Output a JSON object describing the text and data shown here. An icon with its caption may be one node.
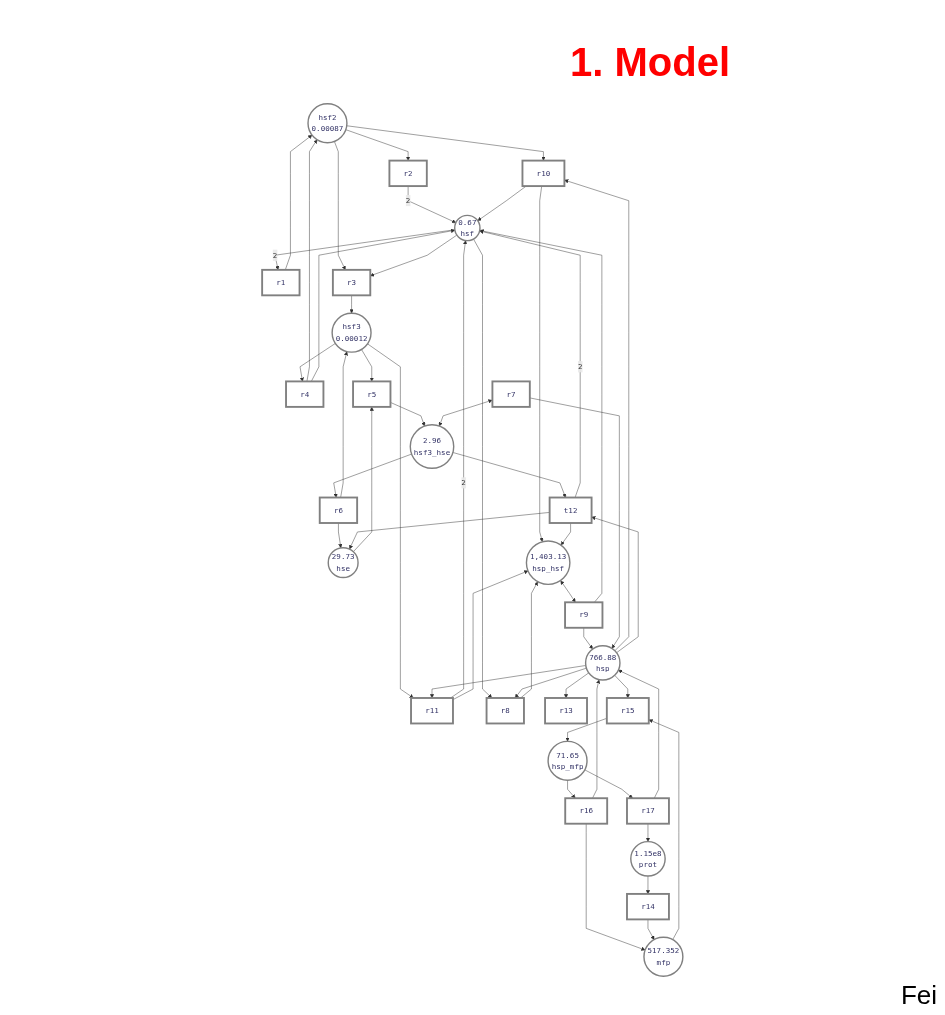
{
  "diagram": {
    "title": "1. Model",
    "nodes": [
      {
        "text": [
          "hsf2",
          "0.00087"
        ]
      },
      {
        "text": [
          "r10"
        ]
      },
      {
        "text": [
          "r1"
        ]
      },
      {
        "text": [
          "r2"
        ]
      },
      {
        "text": [
          "r3"
        ]
      },
      {
        "text": [
          "r4"
        ]
      },
      {
        "text": [
          "29.73",
          "hse"
        ]
      },
      {
        "text": [
          "hsf3",
          "0.00012"
        ]
      },
      {
        "text": [
          "0.67",
          "hsf"
        ]
      },
      {
        "text": [
          "r9"
        ]
      },
      {
        "text": [
          "r5"
        ]
      },
      {
        "text": [
          "r6"
        ]
      },
      {
        "text": [
          "r11"
        ]
      },
      {
        "text": [
          "r8"
        ]
      },
      {
        "text": [
          "r7"
        ]
      },
      {
        "text": [
          "2.96",
          "hsf3_hse"
        ]
      },
      {
        "text": [
          "r13"
        ]
      },
      {
        "text": [
          "766.88",
          "hsp"
        ]
      },
      {
        "text": [
          "1,403.13",
          "hsp_hsf"
        ]
      },
      {
        "text": [
          "t12"
        ]
      },
      {
        "text": [
          "517.352",
          "mfp"
        ]
      },
      {
        "text": [
          "r17"
        ]
      },
      {
        "text": [
          "r15"
        ]
      },
      {
        "text": [
          "r16"
        ]
      },
      {
        "text": [
          "71.65",
          "hsp_mfp"
        ]
      },
      {
        "text": [
          "1.15e8",
          "prot"
        ]
      },
      {
        "text": [
          "r14"
        ]
      }
    ],
    "edges": [
      {
        "from": 0,
        "to": 1,
        "arrow": "to"
      },
      {
        "from": 2,
        "to": 0,
        "arrow": "to"
      },
      {
        "from": 0,
        "to": 3,
        "arrow": "to"
      },
      {
        "from": 0,
        "to": 4,
        "arrow": "to"
      },
      {
        "from": 5,
        "to": 0,
        "arrow": "to"
      },
      {
        "from": 8,
        "to": 2,
        "arrow": "to",
        "label": "2"
      },
      {
        "from": 3,
        "to": 8,
        "arrow": "to",
        "label": "2"
      },
      {
        "from": 8,
        "to": 4,
        "arrow": "to"
      },
      {
        "from": 5,
        "to": 8,
        "arrow": "to"
      },
      {
        "from": 1,
        "to": 8,
        "arrow": "to"
      },
      {
        "from": 17,
        "to": 1,
        "arrow": "to"
      },
      {
        "from": 1,
        "to": 18,
        "arrow": "to"
      },
      {
        "from": 4,
        "to": 7,
        "arrow": "to"
      },
      {
        "from": 7,
        "to": 5,
        "arrow": "to"
      },
      {
        "from": 7,
        "to": 10,
        "arrow": "to"
      },
      {
        "from": 6,
        "to": 10,
        "arrow": "to"
      },
      {
        "from": 11,
        "to": 7,
        "arrow": "to"
      },
      {
        "from": 11,
        "to": 6,
        "arrow": "to"
      },
      {
        "from": 10,
        "to": 15,
        "arrow": "to"
      },
      {
        "from": 15,
        "to": 11,
        "arrow": "to"
      },
      {
        "from": 19,
        "to": 6,
        "arrow": "to"
      },
      {
        "from": 15,
        "to": 19,
        "arrow": "to"
      },
      {
        "from": 19,
        "to": 8,
        "arrow": "to",
        "label": "2"
      },
      {
        "from": 17,
        "to": 19,
        "arrow": "to"
      },
      {
        "from": 19,
        "to": 18,
        "arrow": "to"
      },
      {
        "from": 7,
        "to": 12,
        "arrow": "to"
      },
      {
        "from": 12,
        "to": 8,
        "arrow": "to",
        "label": "2"
      },
      {
        "from": 17,
        "to": 12,
        "arrow": "to"
      },
      {
        "from": 12,
        "to": 18,
        "arrow": "to"
      },
      {
        "from": 9,
        "to": 8,
        "arrow": "to"
      },
      {
        "from": 8,
        "to": 13,
        "arrow": "to"
      },
      {
        "from": 17,
        "to": 13,
        "arrow": "to"
      },
      {
        "from": 13,
        "to": 18,
        "arrow": "to"
      },
      {
        "from": 18,
        "to": 9,
        "arrow": "both"
      },
      {
        "from": 9,
        "to": 17,
        "arrow": "to"
      },
      {
        "from": 14,
        "to": 15,
        "arrow": "both"
      },
      {
        "from": 14,
        "to": 17,
        "arrow": "to"
      },
      {
        "from": 17,
        "to": 16,
        "arrow": "to"
      },
      {
        "from": 17,
        "to": 22,
        "arrow": "to"
      },
      {
        "from": 23,
        "to": 17,
        "arrow": "to"
      },
      {
        "from": 21,
        "to": 17,
        "arrow": "to"
      },
      {
        "from": 20,
        "to": 22,
        "arrow": "to"
      },
      {
        "from": 22,
        "to": 24,
        "arrow": "to"
      },
      {
        "from": 24,
        "to": 23,
        "arrow": "to"
      },
      {
        "from": 23,
        "to": 20,
        "arrow": "to"
      },
      {
        "from": 24,
        "to": 21,
        "arrow": "to"
      },
      {
        "from": 21,
        "to": 25,
        "arrow": "to"
      },
      {
        "from": 25,
        "to": 26,
        "arrow": "to"
      },
      {
        "from": 26,
        "to": 20,
        "arrow": "to"
      }
    ],
    "labels": [
      "Fei"
    ]
  }
}
